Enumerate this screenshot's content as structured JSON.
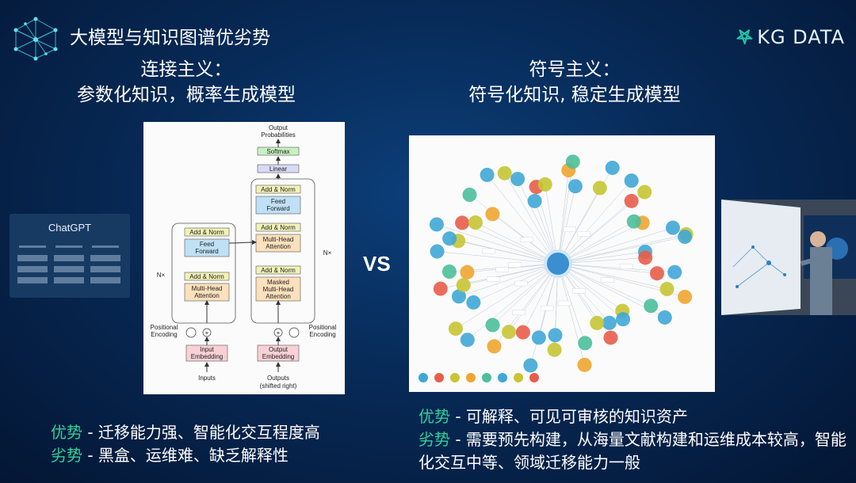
{
  "slide": {
    "title": "大模型与知识图谱优劣势",
    "brand": "KG DATA",
    "brand_mark": "𖤐"
  },
  "left": {
    "heading_line1": "连接主义：",
    "heading_line2": "参数化知识，概率生成模型",
    "pros_label": "优势",
    "pros_text": " - 迁移能力强、智能化交互程度高",
    "cons_label": "劣势",
    "cons_text": " - 黑盒、运维难、缺乏解释性"
  },
  "vs_label": "VS",
  "right": {
    "heading_line1": "符号主义：",
    "heading_line2": "符号化知识, 稳定生成模型",
    "pros_label": "优势",
    "pros_text": " - 可解释、可见可审核的知识资产",
    "cons_label": "劣势",
    "cons_text": " - 需要预先构建，从海量文献构建和运维成本较高，智能化交互中等、领域迁移能力一般"
  },
  "chatgpt_panel": {
    "title": "ChatGPT"
  },
  "transformer": {
    "output_probabilities": [
      "Output",
      "Probabilities"
    ],
    "softmax": "Softmax",
    "linear": "Linear",
    "add_norm": "Add & Norm",
    "feed_forward": [
      "Feed",
      "Forward"
    ],
    "multi_head": [
      "Multi-Head",
      "Attention"
    ],
    "masked_multi_head": [
      "Masked",
      "Multi-Head",
      "Attention"
    ],
    "nx": "N×",
    "positional_encoding": [
      "Positional",
      "Encoding"
    ],
    "input_embedding": [
      "Input",
      "Embedding"
    ],
    "output_embedding": [
      "Output",
      "Embedding"
    ],
    "inputs": "Inputs",
    "outputs": [
      "Outputs",
      "(shifted right)"
    ]
  },
  "colors": {
    "accent_green": "#2fd19b",
    "bg_dark": "#041634",
    "bg_mid": "#0c3f7a",
    "ff_blue": "#bfe0f5",
    "attn_orange": "#fde0bc",
    "norm_yellow": "#f2f2b8",
    "embed_pink": "#f8d0d6"
  }
}
